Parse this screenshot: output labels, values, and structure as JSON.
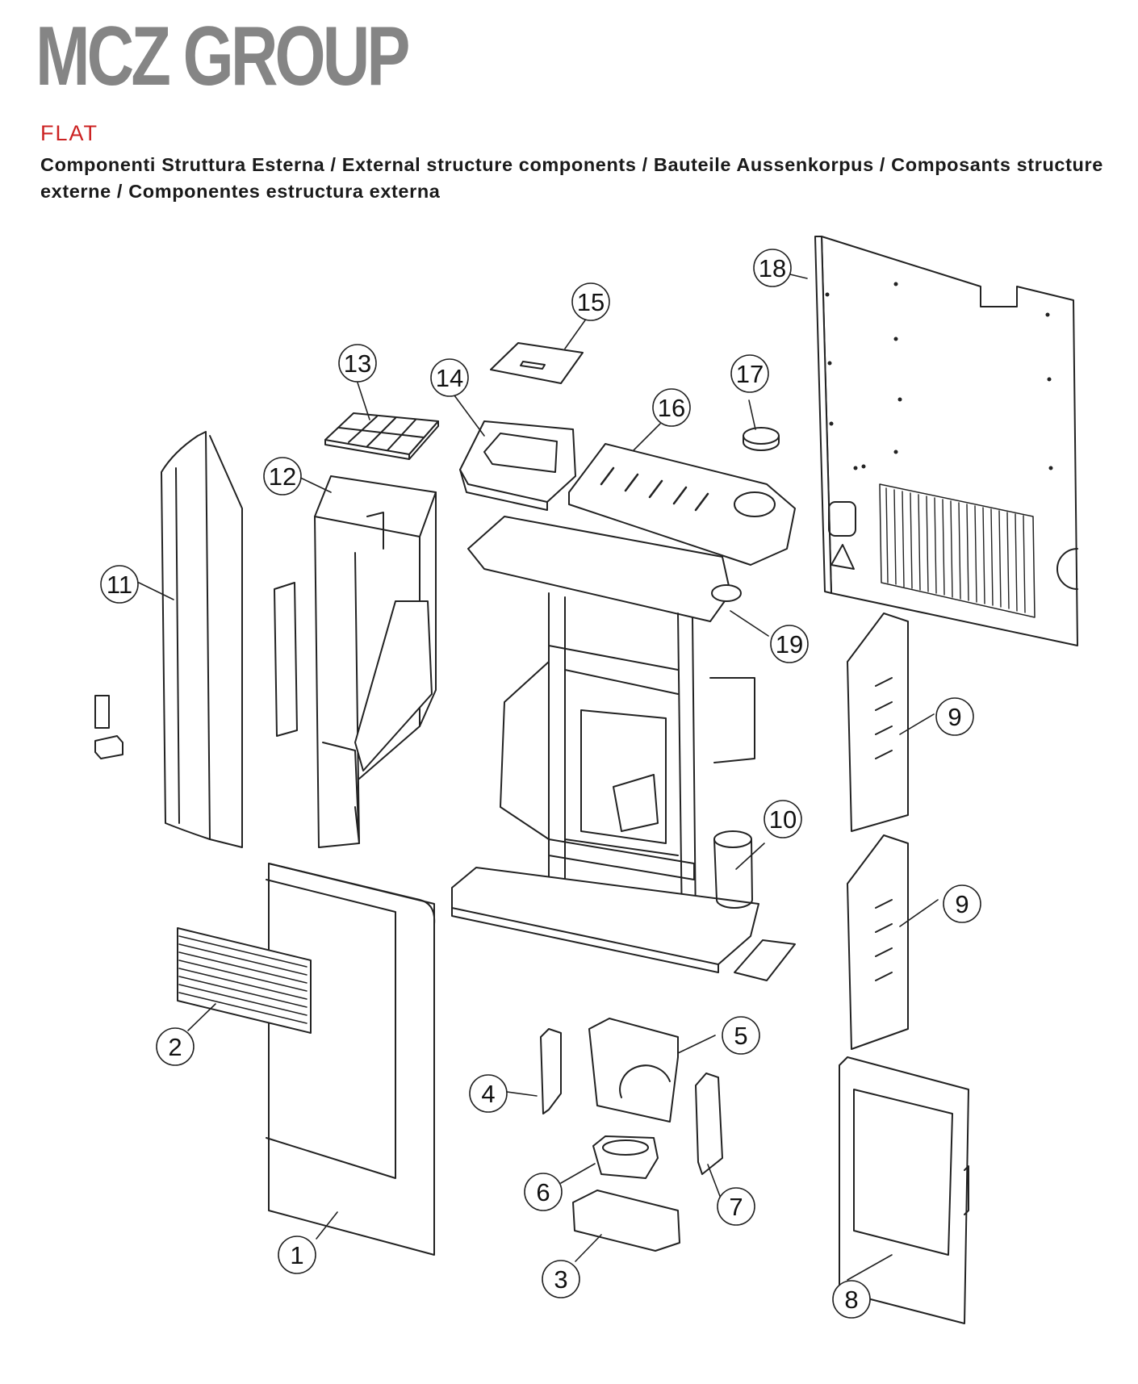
{
  "header": {
    "brand": "MCZ GROUP",
    "model": "FLAT",
    "description": "Componenti Struttura Esterna / External structure components / Bauteile Aussenkorpus / Composants structure externe / Componentes estructura externa"
  },
  "colors": {
    "brand": "#858585",
    "model": "#cc2222",
    "line": "#222222"
  },
  "callouts": [
    "1",
    "2",
    "3",
    "4",
    "5",
    "6",
    "7",
    "8",
    "9",
    "9",
    "10",
    "11",
    "12",
    "13",
    "14",
    "15",
    "16",
    "17",
    "18",
    "19"
  ]
}
